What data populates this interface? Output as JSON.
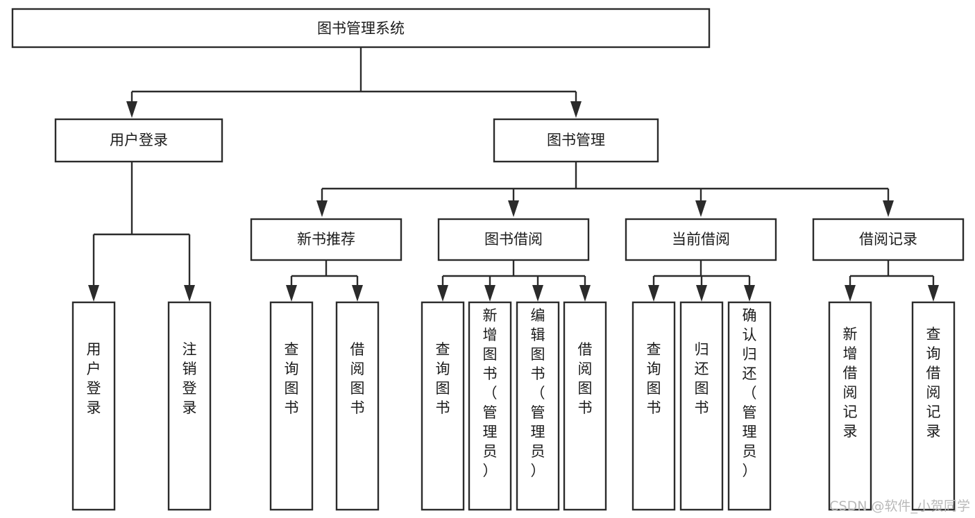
{
  "diagram": {
    "type": "tree",
    "title": "图书管理系统",
    "orientation": "top-down",
    "levels": 4,
    "nodes": {
      "root": {
        "label": "图书管理系统",
        "level": 1,
        "text_orientation": "horizontal"
      },
      "l2_1": {
        "label": "用户登录",
        "level": 2,
        "text_orientation": "horizontal"
      },
      "l2_2": {
        "label": "图书管理",
        "level": 2,
        "text_orientation": "horizontal"
      },
      "l3_1": {
        "label": "新书推荐",
        "level": 3,
        "text_orientation": "horizontal"
      },
      "l3_2": {
        "label": "图书借阅",
        "level": 3,
        "text_orientation": "horizontal"
      },
      "l3_3": {
        "label": "当前借阅",
        "level": 3,
        "text_orientation": "horizontal"
      },
      "l3_4": {
        "label": "借阅记录",
        "level": 3,
        "text_orientation": "horizontal"
      },
      "leaf_1": {
        "label": "用户登录",
        "level": 4,
        "text_orientation": "vertical",
        "parent": "用户登录"
      },
      "leaf_2": {
        "label": "注销登录",
        "level": 4,
        "text_orientation": "vertical",
        "parent": "用户登录"
      },
      "leaf_3": {
        "label": "查询图书",
        "level": 4,
        "text_orientation": "vertical",
        "parent": "新书推荐"
      },
      "leaf_4": {
        "label": "借阅图书",
        "level": 4,
        "text_orientation": "vertical",
        "parent": "新书推荐"
      },
      "leaf_5": {
        "label": "查询图书",
        "level": 4,
        "text_orientation": "vertical",
        "parent": "图书借阅"
      },
      "leaf_6": {
        "label": "新增图书（管理员）",
        "level": 4,
        "text_orientation": "vertical",
        "parent": "图书借阅"
      },
      "leaf_7": {
        "label": "编辑图书（管理员）",
        "level": 4,
        "text_orientation": "vertical",
        "parent": "图书借阅"
      },
      "leaf_8": {
        "label": "借阅图书",
        "level": 4,
        "text_orientation": "vertical",
        "parent": "图书借阅"
      },
      "leaf_9": {
        "label": "查询图书",
        "level": 4,
        "text_orientation": "vertical",
        "parent": "当前借阅"
      },
      "leaf_10": {
        "label": "归还图书",
        "level": 4,
        "text_orientation": "vertical",
        "parent": "当前借阅"
      },
      "leaf_11": {
        "label": "确认归还（管理员）",
        "level": 4,
        "text_orientation": "vertical",
        "parent": "当前借阅"
      },
      "leaf_12": {
        "label": "新增借阅记录",
        "level": 4,
        "text_orientation": "vertical",
        "parent": "借阅记录"
      },
      "leaf_13": {
        "label": "查询借阅记录",
        "level": 4,
        "text_orientation": "vertical",
        "parent": "借阅记录"
      }
    },
    "colors": {
      "box_stroke": "#2b2b2b",
      "box_fill": "#ffffff",
      "text": "#1b1b1b",
      "edge": "#2b2b2b",
      "background": "#ffffff",
      "watermark": "#b9b9b9"
    }
  },
  "watermark": {
    "text": "CSDN @软件_小贺同学"
  }
}
